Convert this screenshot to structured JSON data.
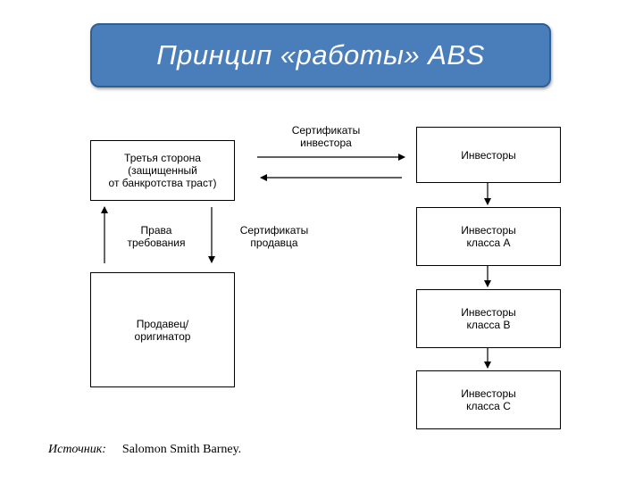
{
  "slide": {
    "title": "Принцип «работы» ABS"
  },
  "diagram": {
    "third_party": "Третья сторона\n(защищенный\nот банкротства траст)",
    "seller": "Продавец/\nоригинатор",
    "investors": "Инвесторы",
    "investors_a": "Инвесторы\nкласса А",
    "investors_b": "Инвесторы\nкласса В",
    "investors_c": "Инвесторы\nкласса С",
    "investor_certificates": "Сертификаты\nинвестора",
    "claim_rights": "Права\nтребования",
    "seller_certificates": "Сертификаты\nпродавца"
  },
  "source": {
    "label": "Источник:",
    "value": "Salomon Smith Barney."
  }
}
